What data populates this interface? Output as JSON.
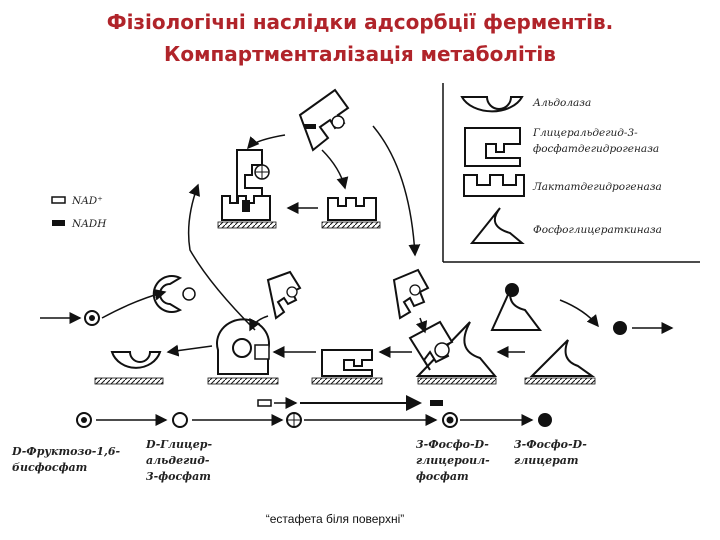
{
  "title": {
    "line1": "Фізіологічні наслідки адсорбції ферментів.",
    "line2": "Компартменталізація метаболітів"
  },
  "legend": {
    "aldolase": "Альдолаза",
    "gapdh_line1": "Глицеральдегид-3-",
    "gapdh_line2": "фосфатдегидрогеназа",
    "ldh": "Лактатдегидрогеназа",
    "pgk": "Фосфоглицераткиназа"
  },
  "cofactors": {
    "nad": "NAD⁺",
    "nadh": "NADH"
  },
  "metabolites": {
    "m1_line1": "D-Фруктозо-1,6-",
    "m1_line2": "бисфосфат",
    "m2_line1": "D-Глицер-",
    "m2_line2": "альдегид-",
    "m2_line3": "3-фосфат",
    "m3_line1": "3-Фосфо-D-",
    "m3_line2": "глицероил-",
    "m3_line3": "фосфат",
    "m4_line1": "3-Фосфо-D-",
    "m4_line2": "глицерат"
  },
  "caption": "“естафета біля поверхні”"
}
